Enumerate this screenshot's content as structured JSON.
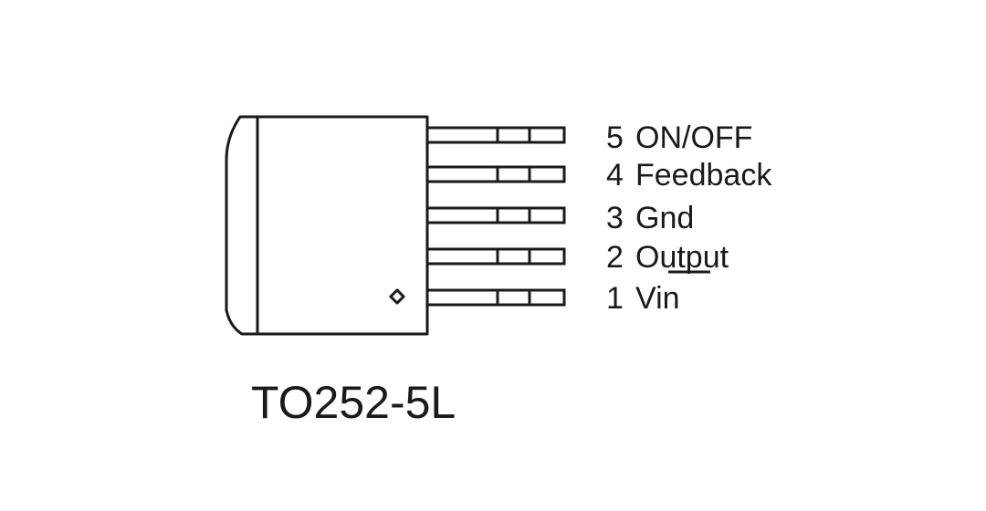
{
  "package": {
    "name": "TO252-5L"
  },
  "pins": [
    {
      "number": "5",
      "name": "ON/OFF"
    },
    {
      "number": "4",
      "name": "Feedback"
    },
    {
      "number": "3",
      "name": "Gnd"
    },
    {
      "number": "2",
      "name": "Output"
    },
    {
      "number": "1",
      "name": "Vin"
    }
  ],
  "colors": {
    "line": "#1a1a1a",
    "background": "#ffffff"
  }
}
